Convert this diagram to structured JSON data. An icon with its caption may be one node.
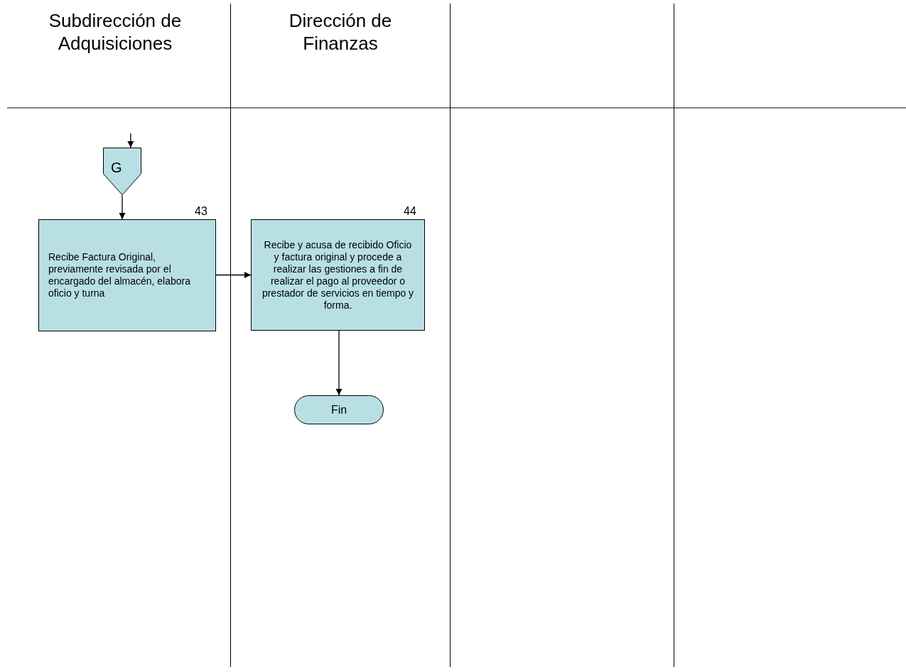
{
  "diagram": {
    "nodes": [
      {
        "text": [
          "Subdirección de Adquisiciones"
        ]
      },
      {
        "text": [
          "Dirección de Finanzas"
        ]
      },
      {
        "text": [],
        "shape": "band"
      },
      {
        "text": [],
        "shape": "band"
      },
      {
        "text": [
          "G"
        ],
        "in": 0
      },
      {
        "text": [
          "Recibe Factura Original, previamente revisada por el encargado del almacén, elabora oficio y turna"
        ],
        "beside": [
          "43"
        ],
        "in": 0
      },
      {
        "text": [
          "Recibe y acusa de recibido Oficio y factura original y procede a realizar las gestiones a fin de realizar el pago al proveedor o prestador de servicios en tiempo y forma."
        ],
        "beside": [
          "44"
        ],
        "in": 1
      },
      {
        "text": [
          "Fin"
        ],
        "in": 1
      }
    ],
    "edges": [
      {
        "from": null,
        "to": 4,
        "arrow": "to"
      },
      {
        "from": 4,
        "to": 5,
        "arrow": "to"
      },
      {
        "from": 5,
        "to": 6,
        "arrow": "to"
      },
      {
        "from": 6,
        "to": 7,
        "arrow": "to"
      }
    ]
  }
}
